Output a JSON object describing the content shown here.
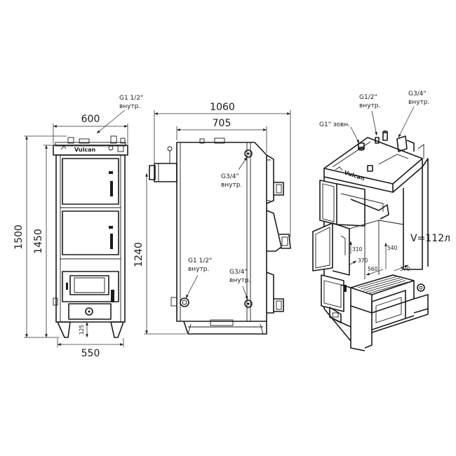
{
  "front_view": {
    "brand": "Vulcan",
    "width_top": "600",
    "width_bottom": "550",
    "height_total": "1500",
    "height_body": "1450",
    "leg_height": "125",
    "inlet_label_1": "G1 1/2\"",
    "inlet_label_2": "внутр."
  },
  "side_view": {
    "depth_total": "1060",
    "depth_body": "705",
    "pipe_height": "1240",
    "upper_port_1": "G3/4\"",
    "upper_port_2": "внутр.",
    "lower_inlet_1": "G1 1/2\"",
    "lower_inlet_2": "внутр.",
    "lower_port_1": "G3/4\"",
    "lower_port_2": "внутр."
  },
  "iso_view": {
    "port_left_1": "G1/2\"",
    "port_left_2": "внутр.",
    "port_right_1": "G3/4\"",
    "port_right_2": "внутр.",
    "outlet": "G1\" зовн.",
    "volume": "V=112л",
    "dim_310": "310",
    "dim_370a": "370",
    "dim_540": "540",
    "dim_560": "560",
    "dim_370b": "370"
  }
}
